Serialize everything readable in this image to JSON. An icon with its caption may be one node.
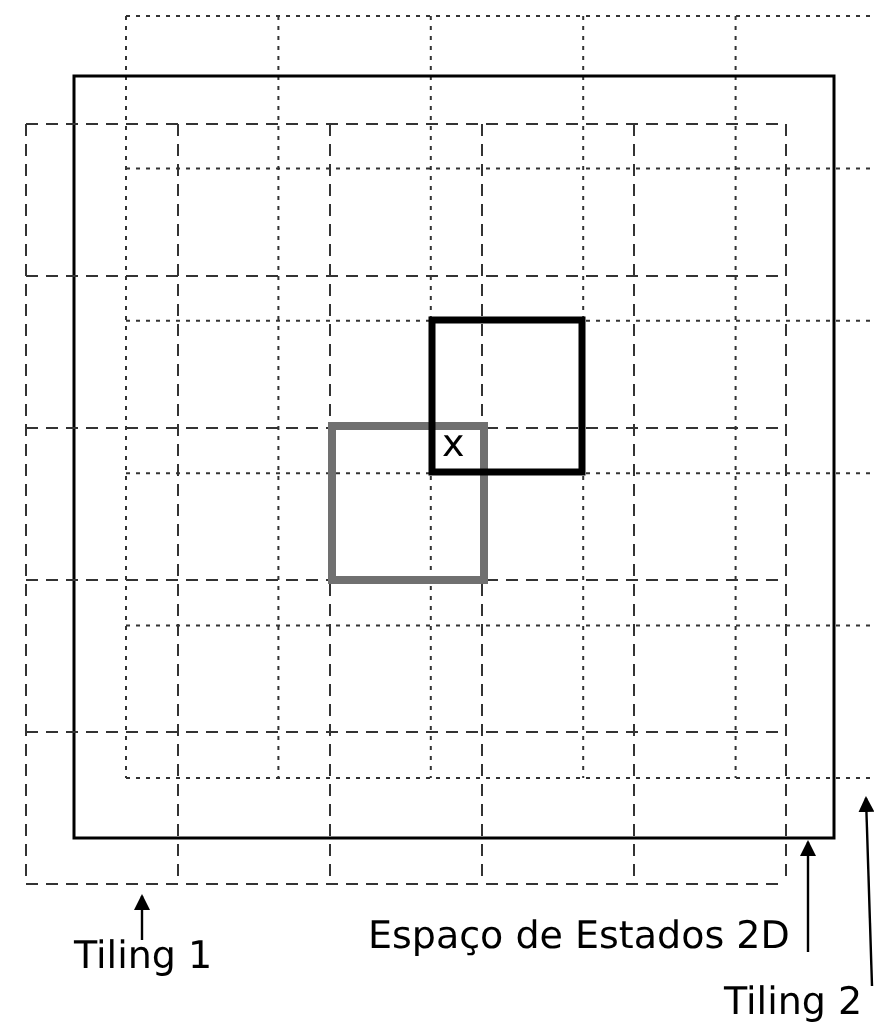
{
  "diagram": {
    "nodes": [
      {
        "text": [],
        "shape": "box"
      },
      {
        "text": [],
        "shape": "box"
      },
      {
        "text": [],
        "shape": "box"
      },
      {
        "text": [
          "Tiling 1"
        ]
      },
      {
        "text": [
          "Espaço de Estados 2D"
        ]
      },
      {
        "text": [
          "Tiling 2"
        ]
      }
    ],
    "edges": [
      {
        "from": 3,
        "to": 2,
        "arrow": "to"
      },
      {
        "from": 4,
        "to": 1,
        "arrow": "to"
      },
      {
        "from": 5,
        "to": 0,
        "arrow": "to"
      }
    ],
    "labels": [
      "x"
    ]
  }
}
